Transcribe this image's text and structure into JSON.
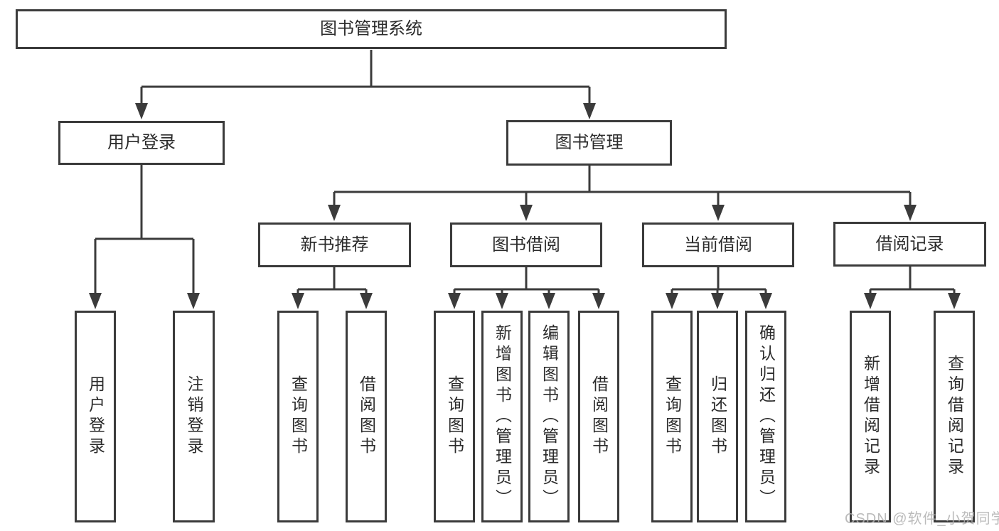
{
  "diagram": {
    "root": {
      "label": "图书管理系统"
    },
    "branches": [
      {
        "label": "用户登录",
        "leaves": [
          {
            "label": "用户登录"
          },
          {
            "label": "注销登录"
          }
        ]
      },
      {
        "label": "图书管理",
        "groups": [
          {
            "label": "新书推荐",
            "leaves": [
              {
                "label": "查询图书"
              },
              {
                "label": "借阅图书"
              }
            ]
          },
          {
            "label": "图书借阅",
            "leaves": [
              {
                "label": "查询图书"
              },
              {
                "label": "新增图书（管理员）"
              },
              {
                "label": "编辑图书（管理员）"
              },
              {
                "label": "借阅图书"
              }
            ]
          },
          {
            "label": "当前借阅",
            "leaves": [
              {
                "label": "查询图书"
              },
              {
                "label": "归还图书"
              },
              {
                "label": "确认归还（管理员）"
              }
            ]
          },
          {
            "label": "借阅记录",
            "leaves": [
              {
                "label": "新增借阅记录"
              },
              {
                "label": "查询借阅记录"
              }
            ]
          }
        ]
      }
    ]
  },
  "watermark": {
    "text": "CSDN @软件_小贺同学"
  },
  "colors": {
    "line": "#3b3b3b",
    "text": "#2b2b2b",
    "background": "#ffffff",
    "watermark": "#b0b0b0"
  }
}
